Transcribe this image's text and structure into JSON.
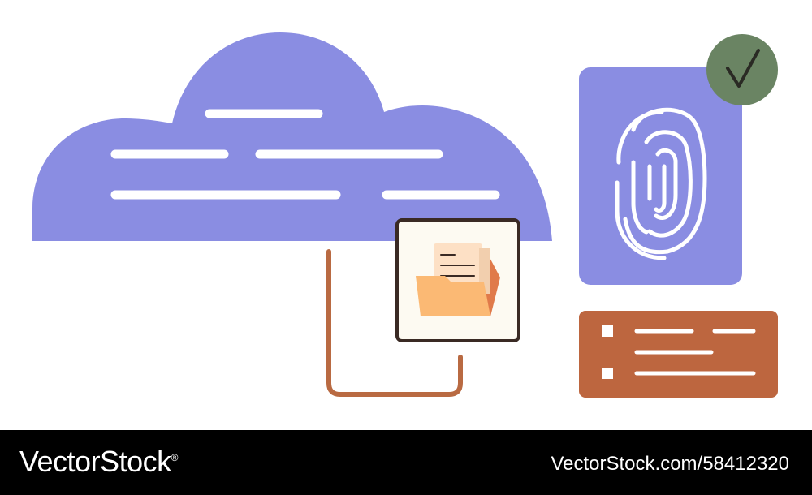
{
  "illustration": {
    "elements": [
      "cloud-storage",
      "folder-document-tile",
      "fingerprint-card",
      "verified-check-badge",
      "checklist-card",
      "connector-cable"
    ],
    "colors": {
      "cloud": "#8a8de2",
      "fingerprint_card": "#8a8de2",
      "check_badge": "#6a8463",
      "checklist_card": "#bd663f",
      "cable": "#b96a42",
      "folder": "#fbb974",
      "document": "#fde0c5",
      "tile_border": "#3a2a24",
      "background": "#ffffff"
    },
    "icons": [
      "cloud-icon",
      "folder-icon",
      "document-icon",
      "fingerprint-icon",
      "checkmark-icon",
      "checkbox-icon"
    ]
  },
  "footer": {
    "brand": "VectorStock",
    "brand_mark": "®",
    "stock_id": "VectorStock.com/58412320"
  }
}
